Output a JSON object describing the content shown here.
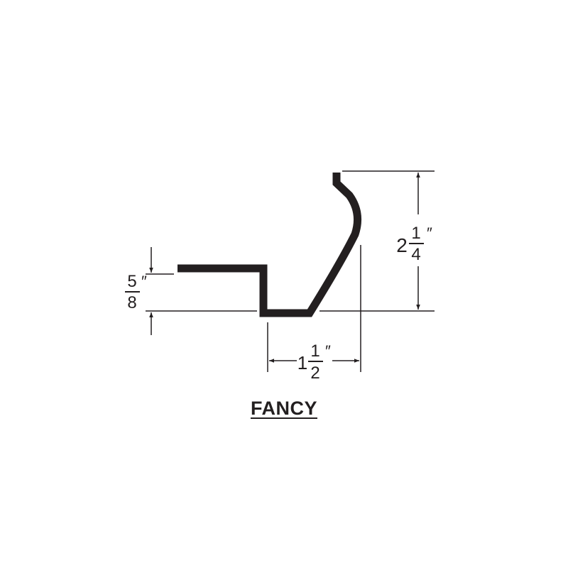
{
  "profile_name": "FANCY",
  "colors": {
    "ink": "#231f20",
    "background": "#ffffff"
  },
  "dimensions": {
    "height": {
      "whole": "2",
      "numerator": "1",
      "denominator": "4",
      "unit": "″"
    },
    "width": {
      "whole": "1",
      "numerator": "1",
      "denominator": "2",
      "unit": "″"
    },
    "step": {
      "whole": "",
      "numerator": "5",
      "denominator": "8",
      "unit": "″"
    }
  }
}
